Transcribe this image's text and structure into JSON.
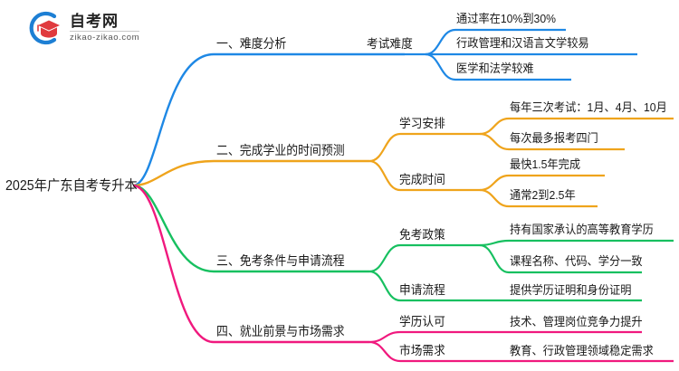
{
  "logo": {
    "title": "自考网",
    "url": "zikao-zikao.com",
    "mark_colors": {
      "arc": "#1D7FD4",
      "cap": "#E03A3E"
    }
  },
  "mindmap": {
    "root": {
      "label": "2025年广东自考专升本"
    },
    "branches": [
      {
        "label": "一、难度分析",
        "color": "#1E88E5",
        "subs": [
          {
            "label": "考试难度",
            "leaves": [
              "通过率在10%到30%",
              "行政管理和汉语言文学较易",
              "医学和法学较难"
            ]
          }
        ]
      },
      {
        "label": "二、完成学业的时间预测",
        "color": "#EFA41C",
        "subs": [
          {
            "label": "学习安排",
            "leaves": [
              "每年三次考试：1月、4月、10月",
              "每次最多报考四门"
            ]
          },
          {
            "label": "完成时间",
            "leaves": [
              "最快1.5年完成",
              "通常2到2.5年"
            ]
          }
        ]
      },
      {
        "label": "三、免考条件与申请流程",
        "color": "#17C060",
        "subs": [
          {
            "label": "免考政策",
            "leaves": [
              "持有国家承认的高等教育学历",
              "课程名称、代码、学分一致"
            ]
          },
          {
            "label": "申请流程",
            "leaves": [
              "提供学历证明和身份证明"
            ]
          }
        ]
      },
      {
        "label": "四、就业前景与市场需求",
        "color": "#F0197E",
        "subs": [
          {
            "label": "学历认可",
            "leaves": [
              "技术、管理岗位竞争力提升"
            ]
          },
          {
            "label": "市场需求",
            "leaves": [
              "教育、行政管理领域稳定需求"
            ]
          }
        ]
      }
    ]
  }
}
